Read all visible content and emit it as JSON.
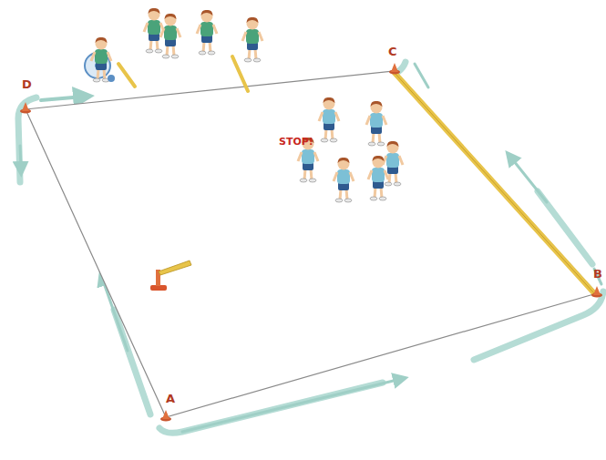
{
  "diagram": {
    "labels": [
      "D",
      "C",
      "STOP!",
      "B",
      "A"
    ]
  }
}
